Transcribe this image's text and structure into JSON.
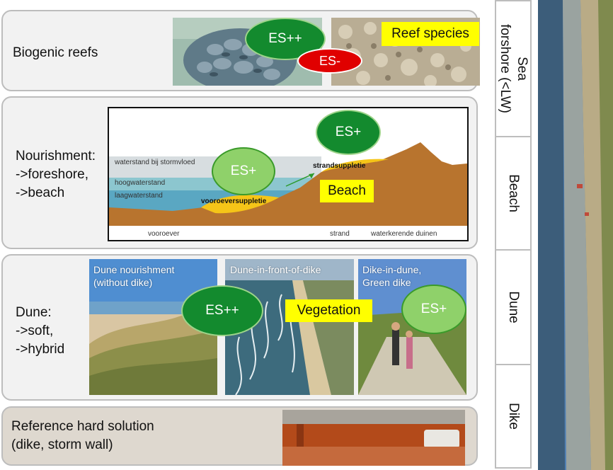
{
  "panels": {
    "reefs": {
      "label": "Biogenic reefs",
      "ellipse_plus": "ES++",
      "ellipse_minus": "ES-",
      "highlight": "Reef species"
    },
    "nourishment": {
      "label": "Nourishment:\n->foreshore,\n->beach",
      "ellipse_left": "ES+",
      "ellipse_top": "ES+",
      "highlight": "Beach",
      "diagram": {
        "storm_level": "waterstand bij stormvloed",
        "high_water": "hoogwaterstand",
        "low_water": "laagwaterstand",
        "beach_supply": "strandsuppletie",
        "foreshore_supply": "vooroeversuppletie",
        "foreshore": "vooroever",
        "beach": "strand",
        "dunes": "waterkerende duinen"
      }
    },
    "dune": {
      "label": "Dune:\n->soft,\n->hybrid",
      "caption1": "Dune nourishment\n(without dike)",
      "caption2": "Dune-in-front-of-dike",
      "caption3": "Dike-in-dune,\nGreen dike",
      "ellipse1": "ES++",
      "ellipse2": "ES+",
      "highlight": "Vegetation"
    },
    "reference": {
      "label": "Reference hard solution\n(dike, storm wall)"
    }
  },
  "zones": [
    {
      "label": "Sea\nforshore (<LW)"
    },
    {
      "label": "Beach"
    },
    {
      "label": "Dune"
    },
    {
      "label": "Dike"
    }
  ],
  "colors": {
    "dark_green": "#138a2e",
    "light_green": "#8fd16a",
    "red": "#e00000",
    "yellow": "#ffff00",
    "sand": "#b8742e",
    "supply": "#f5c518"
  }
}
